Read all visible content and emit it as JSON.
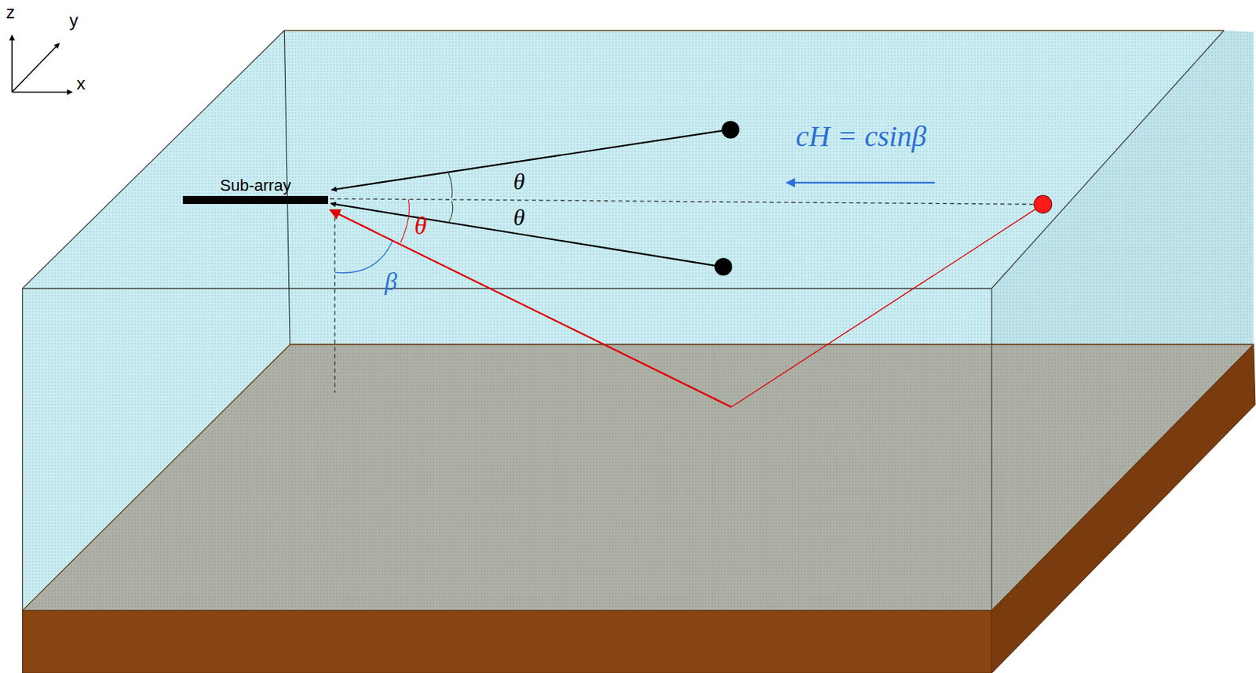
{
  "diagram": {
    "nodes": [
      {
        "text": [
          "Sub-array"
        ]
      }
    ],
    "labels": [
      "z",
      "y",
      "x",
      "θ",
      "θ",
      "θ",
      "β",
      "cH = csinβ"
    ]
  }
}
